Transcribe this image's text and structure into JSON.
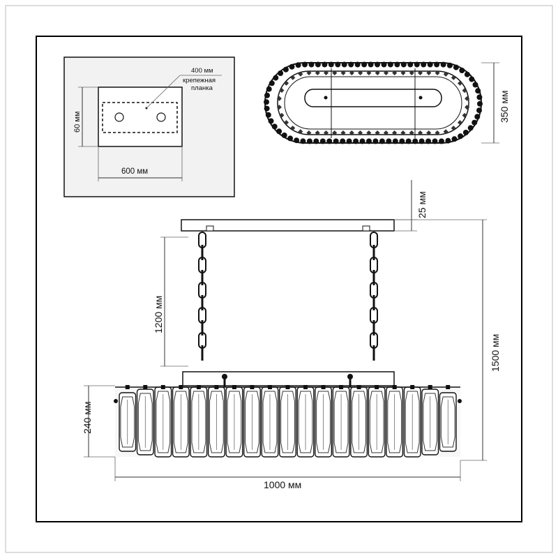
{
  "labels": {
    "plate_width_sub": "400 мм",
    "plate_label_line1": "крепежная",
    "plate_label_line2": "планка",
    "canopy_height": "60 мм",
    "canopy_width": "600 мм",
    "top_view_depth": "350 мм",
    "canopy_thickness": "25 мм",
    "chain_length": "1200 мм",
    "total_height": "1500 мм",
    "body_height": "240 мм",
    "body_width": "1000 мм"
  },
  "colors": {
    "line": "#111111",
    "background": "#ffffff",
    "panel_fill": "#f2f2f2"
  }
}
